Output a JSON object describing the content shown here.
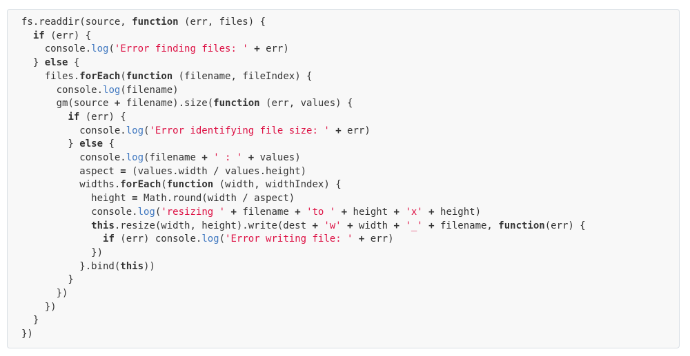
{
  "page": {
    "background_color": "#ffffff"
  },
  "code_block": {
    "language": "javascript",
    "background_color": "#f8f8f8",
    "border_color": "#d8dee4",
    "default_text_color": "#333333",
    "keyword_color": "#333333",
    "operator_color": "#333333",
    "string_color": "#dd1144",
    "builtin_color": "#4078c0",
    "lines": [
      [
        [
          "p",
          "fs.readdir(source, "
        ],
        [
          "k",
          "function"
        ],
        [
          "p",
          " (err, files) {"
        ]
      ],
      [
        [
          "p",
          "  "
        ],
        [
          "k",
          "if"
        ],
        [
          "p",
          " (err) {"
        ]
      ],
      [
        [
          "p",
          "    console."
        ],
        [
          "b",
          "log"
        ],
        [
          "p",
          "("
        ],
        [
          "s",
          "'Error finding files: '"
        ],
        [
          "p",
          " "
        ],
        [
          "o",
          "+"
        ],
        [
          "p",
          " err)"
        ]
      ],
      [
        [
          "p",
          "  } "
        ],
        [
          "k",
          "else"
        ],
        [
          "p",
          " {"
        ]
      ],
      [
        [
          "p",
          "    files."
        ],
        [
          "k",
          "forEach"
        ],
        [
          "p",
          "("
        ],
        [
          "k",
          "function"
        ],
        [
          "p",
          " (filename, fileIndex) {"
        ]
      ],
      [
        [
          "p",
          "      console."
        ],
        [
          "b",
          "log"
        ],
        [
          "p",
          "(filename)"
        ]
      ],
      [
        [
          "p",
          "      gm(source "
        ],
        [
          "o",
          "+"
        ],
        [
          "p",
          " filename).size("
        ],
        [
          "k",
          "function"
        ],
        [
          "p",
          " (err, values) {"
        ]
      ],
      [
        [
          "p",
          "        "
        ],
        [
          "k",
          "if"
        ],
        [
          "p",
          " (err) {"
        ]
      ],
      [
        [
          "p",
          "          console."
        ],
        [
          "b",
          "log"
        ],
        [
          "p",
          "("
        ],
        [
          "s",
          "'Error identifying file size: '"
        ],
        [
          "p",
          " "
        ],
        [
          "o",
          "+"
        ],
        [
          "p",
          " err)"
        ]
      ],
      [
        [
          "p",
          "        } "
        ],
        [
          "k",
          "else"
        ],
        [
          "p",
          " {"
        ]
      ],
      [
        [
          "p",
          "          console."
        ],
        [
          "b",
          "log"
        ],
        [
          "p",
          "(filename "
        ],
        [
          "o",
          "+"
        ],
        [
          "p",
          " "
        ],
        [
          "s",
          "' : '"
        ],
        [
          "p",
          " "
        ],
        [
          "o",
          "+"
        ],
        [
          "p",
          " values)"
        ]
      ],
      [
        [
          "p",
          "          aspect "
        ],
        [
          "o",
          "="
        ],
        [
          "p",
          " (values.width / values.height)"
        ]
      ],
      [
        [
          "p",
          "          widths."
        ],
        [
          "k",
          "forEach"
        ],
        [
          "p",
          "("
        ],
        [
          "k",
          "function"
        ],
        [
          "p",
          " (width, widthIndex) {"
        ]
      ],
      [
        [
          "p",
          "            height "
        ],
        [
          "o",
          "="
        ],
        [
          "p",
          " Math.round(width / aspect)"
        ]
      ],
      [
        [
          "p",
          "            console."
        ],
        [
          "b",
          "log"
        ],
        [
          "p",
          "("
        ],
        [
          "s",
          "'resizing '"
        ],
        [
          "p",
          " "
        ],
        [
          "o",
          "+"
        ],
        [
          "p",
          " filename "
        ],
        [
          "o",
          "+"
        ],
        [
          "p",
          " "
        ],
        [
          "s",
          "'to '"
        ],
        [
          "p",
          " "
        ],
        [
          "o",
          "+"
        ],
        [
          "p",
          " height "
        ],
        [
          "o",
          "+"
        ],
        [
          "p",
          " "
        ],
        [
          "s",
          "'x'"
        ],
        [
          "p",
          " "
        ],
        [
          "o",
          "+"
        ],
        [
          "p",
          " height)"
        ]
      ],
      [
        [
          "p",
          "            "
        ],
        [
          "k",
          "this"
        ],
        [
          "p",
          ".resize(width, height).write(dest "
        ],
        [
          "o",
          "+"
        ],
        [
          "p",
          " "
        ],
        [
          "s",
          "'w'"
        ],
        [
          "p",
          " "
        ],
        [
          "o",
          "+"
        ],
        [
          "p",
          " width "
        ],
        [
          "o",
          "+"
        ],
        [
          "p",
          " "
        ],
        [
          "s",
          "'_'"
        ],
        [
          "p",
          " "
        ],
        [
          "o",
          "+"
        ],
        [
          "p",
          " filename, "
        ],
        [
          "k",
          "function"
        ],
        [
          "p",
          "(err) {"
        ]
      ],
      [
        [
          "p",
          "              "
        ],
        [
          "k",
          "if"
        ],
        [
          "p",
          " (err) console."
        ],
        [
          "b",
          "log"
        ],
        [
          "p",
          "("
        ],
        [
          "s",
          "'Error writing file: '"
        ],
        [
          "p",
          " "
        ],
        [
          "o",
          "+"
        ],
        [
          "p",
          " err)"
        ]
      ],
      [
        [
          "p",
          "            })"
        ]
      ],
      [
        [
          "p",
          "          }.bind("
        ],
        [
          "k",
          "this"
        ],
        [
          "p",
          "))"
        ]
      ],
      [
        [
          "p",
          "        }"
        ]
      ],
      [
        [
          "p",
          "      })"
        ]
      ],
      [
        [
          "p",
          "    })"
        ]
      ],
      [
        [
          "p",
          "  }"
        ]
      ],
      [
        [
          "p",
          "})"
        ]
      ]
    ]
  }
}
